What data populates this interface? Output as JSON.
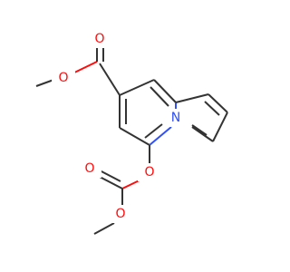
{
  "molecule": {
    "atoms": [
      {
        "id": "o_ester_carbonyl",
        "symbol": "O",
        "color": "#ff0d0d"
      },
      {
        "id": "o_ester_ether",
        "symbol": "O",
        "color": "#ff0d0d"
      },
      {
        "id": "n_ring",
        "symbol": "N",
        "color": "#3050f8"
      },
      {
        "id": "o_aryl_ether",
        "symbol": "O",
        "color": "#ff0d0d"
      },
      {
        "id": "o_carbonate_carbonyl",
        "symbol": "O",
        "color": "#ff0d0d"
      },
      {
        "id": "o_carbonate_ether",
        "symbol": "O",
        "color": "#ff0d0d"
      }
    ],
    "bond_color": "#333333"
  }
}
